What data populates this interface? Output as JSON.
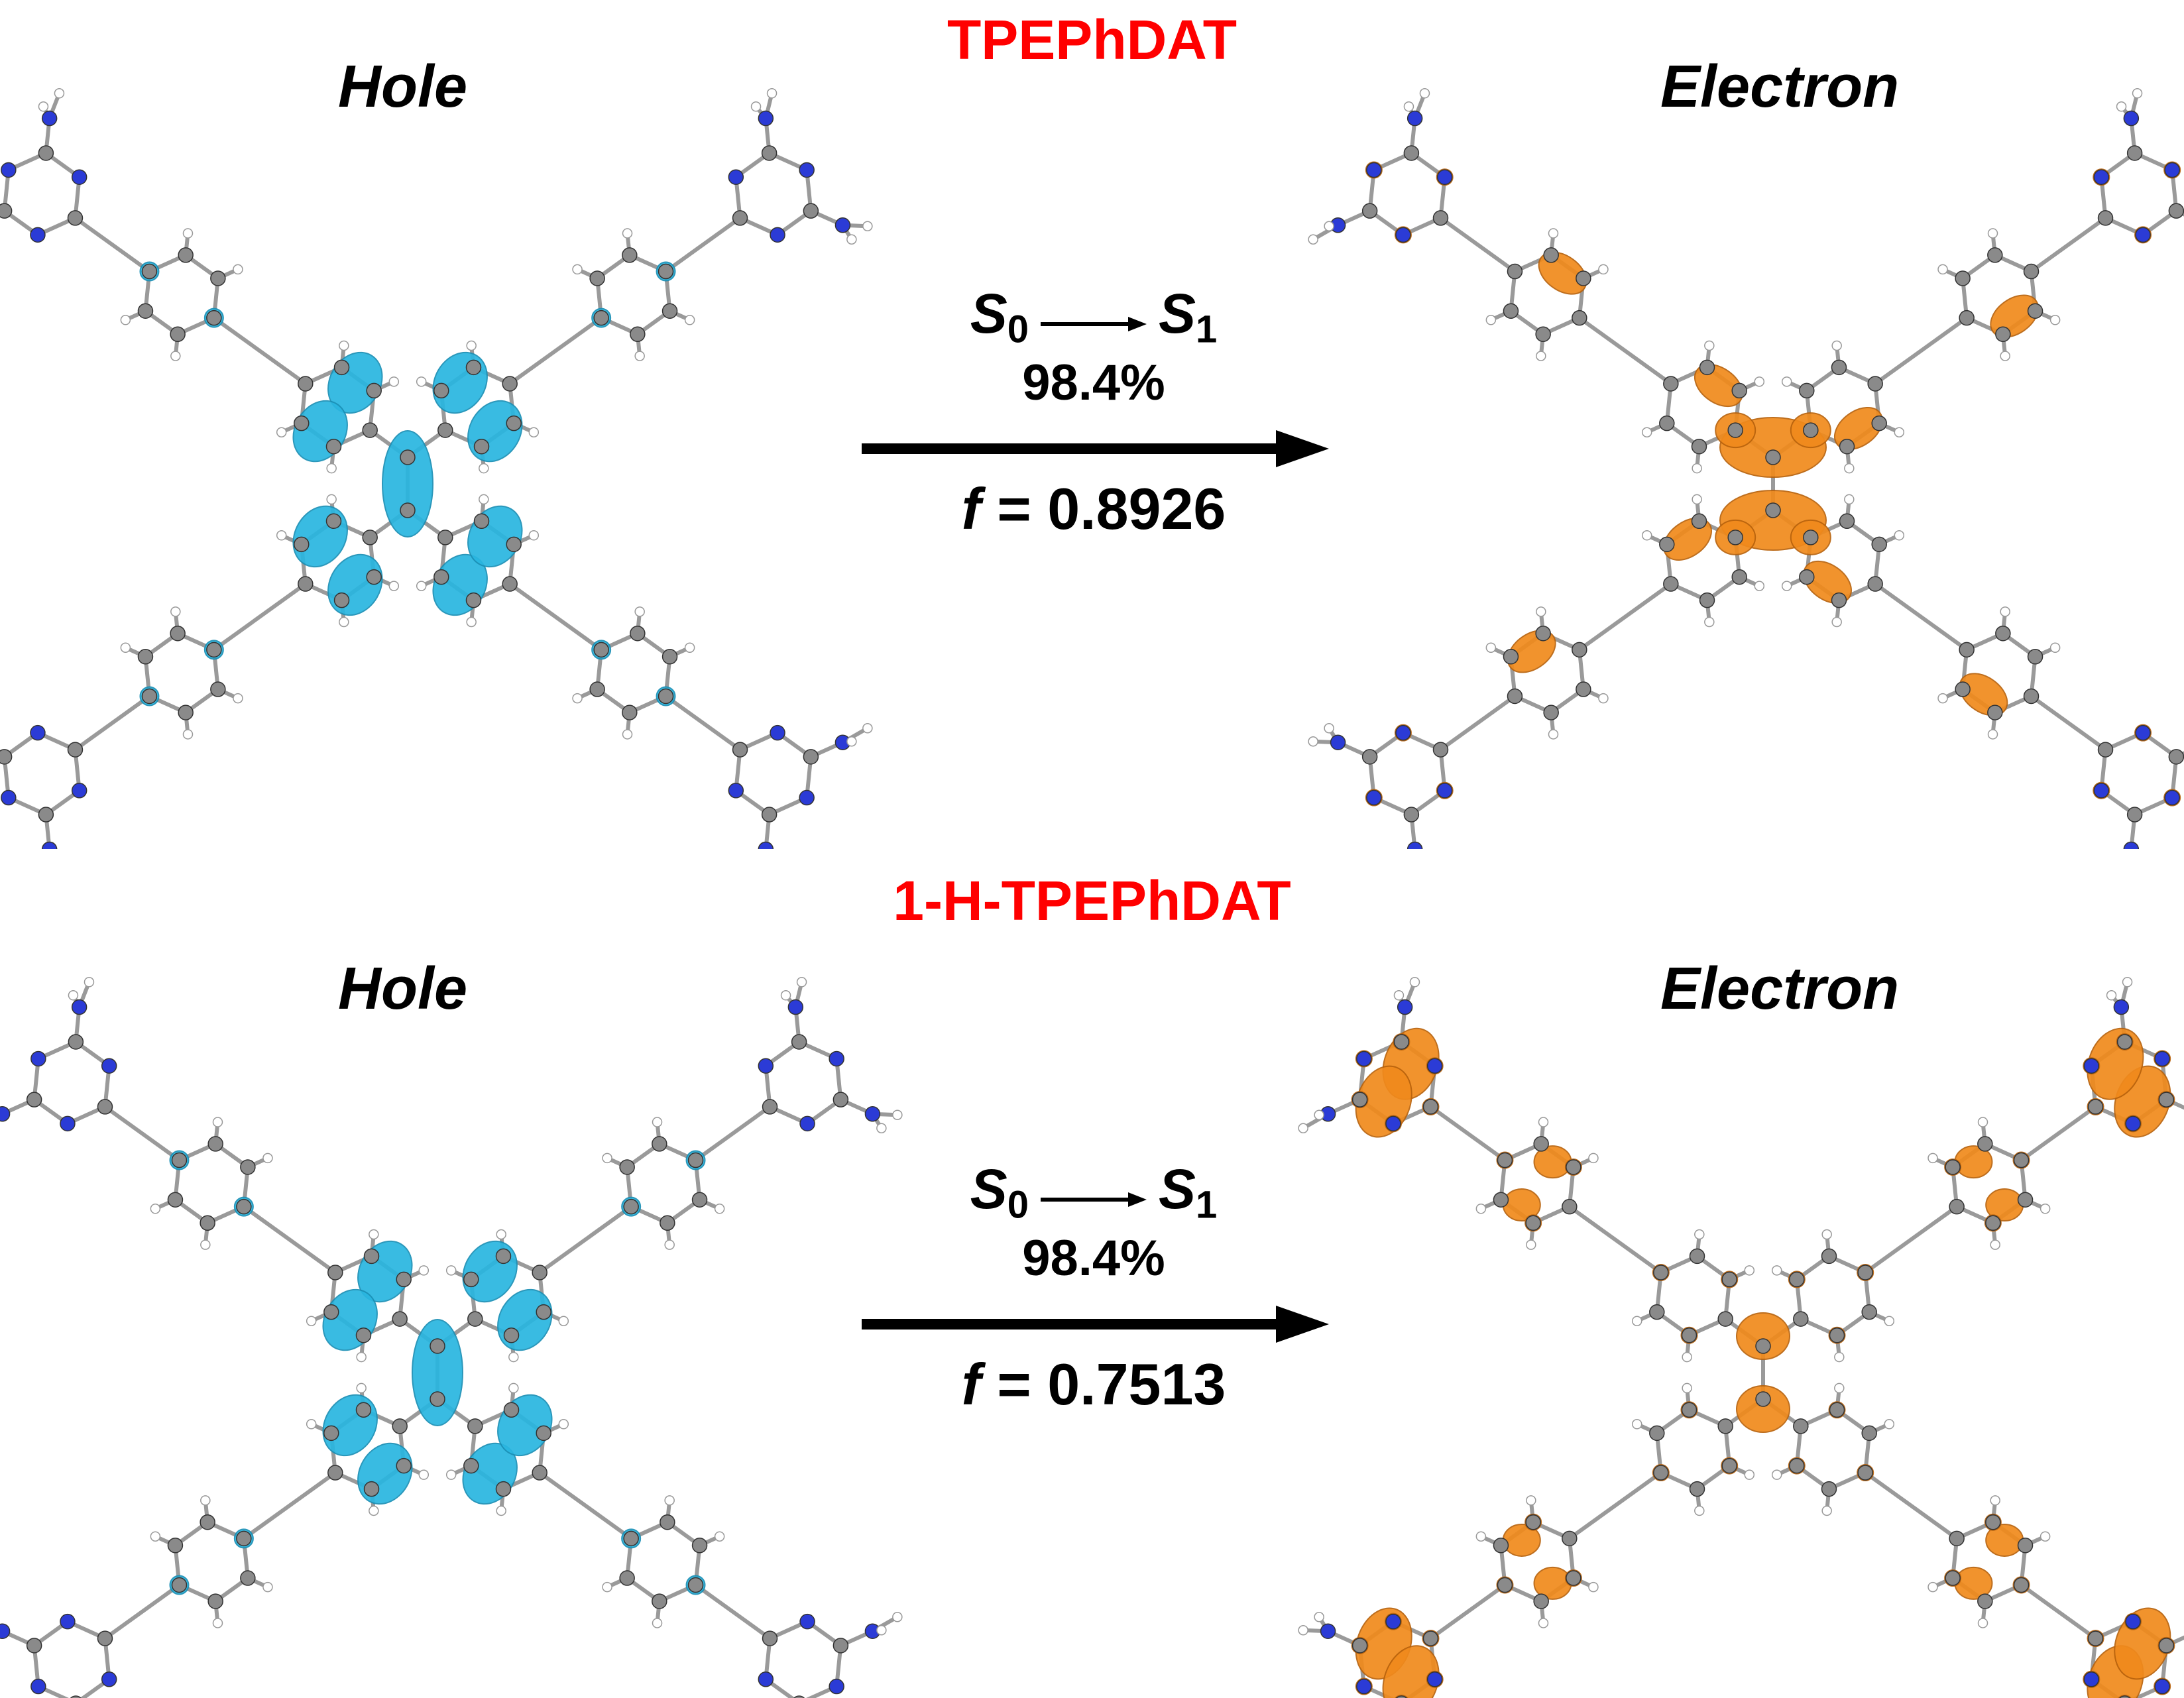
{
  "colors": {
    "title": "#ff0000",
    "hole": "#29b6e0",
    "electron": "#f08a1c",
    "carbon": "#8a8a8a",
    "nitrogen": "#2b3bd6",
    "hydrogen": "#ffffff"
  },
  "panels": [
    {
      "compound": "TPEPhDAT",
      "hole_label": "Hole",
      "electron_label": "Electron",
      "transition": {
        "from": "S",
        "from_sub": "0",
        "to": "S",
        "to_sub": "1"
      },
      "weight": "98.4%",
      "osc_symbol": "f",
      "osc_eq": "= 0.8926"
    },
    {
      "compound": "1-H-TPEPhDAT",
      "hole_label": "Hole",
      "electron_label": "Electron",
      "transition": {
        "from": "S",
        "from_sub": "0",
        "to": "S",
        "to_sub": "1"
      },
      "weight": "98.4%",
      "osc_symbol": "f",
      "osc_eq": "= 0.7513"
    }
  ]
}
